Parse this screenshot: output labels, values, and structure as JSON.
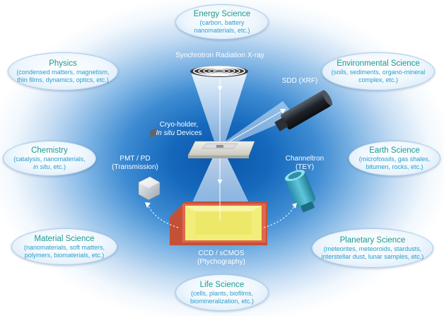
{
  "fields": [
    {
      "title": "Energy Science",
      "detail": "(carbon, battery\nnanomaterials, etc.)"
    },
    {
      "title": "Physics",
      "detail": "(condensed matters, magnetism,\nthin films, dynamics, optics, etc.)"
    },
    {
      "title": "Environmental Science",
      "detail": "(soils, sediments, organo-mineral\ncomplex, etc.)"
    },
    {
      "title": "Chemistry",
      "detail_pre": "(catalysis, nanomaterials,",
      "detail_em": "in situ",
      "detail_post": ", etc.)"
    },
    {
      "title": "Earth Science",
      "detail": "(microfossils, gas shales,\nbitumen, rocks, etc.)"
    },
    {
      "title": "Material Science",
      "detail": "(nanomaterials, soft matters,\npolymers, biomaterials, etc.)"
    },
    {
      "title": "Planetary Science",
      "detail": "(meteorites, meteoroids, stardusts,\ninterstellar dust, lunar samples, etc.)"
    },
    {
      "title": "Life Science",
      "detail": "(cells, plants, biofilms,\nbiomineralization, etc.)"
    }
  ],
  "labels": {
    "source": "Synchrotron Radiation X-ray",
    "sdd": "SDD (XRF)",
    "holder_line1": "Cryo-holder,",
    "holder_em": "In situ",
    "holder_rest": " Devices",
    "pmt_line1": "PMT / PD",
    "pmt_line2": "(Transmission)",
    "channeltron_line1": "Channeltron",
    "channeltron_line2": "(TEY)",
    "ccd_line1": "CCD / sCMOS",
    "ccd_line2": "(Ptychography)"
  },
  "colors": {
    "title_teal": "#1a9a8e",
    "detail_blue": "#2a9ecb",
    "background_core": "#0a55a8",
    "detector_yellow": "#f2ee7a",
    "detector_frame": "#e0674c"
  },
  "icons": [
    "zone-plate-icon",
    "sdd-detector-icon",
    "sample-stage-icon",
    "pmt-detector-icon",
    "channeltron-detector-icon",
    "ccd-detector-icon"
  ]
}
